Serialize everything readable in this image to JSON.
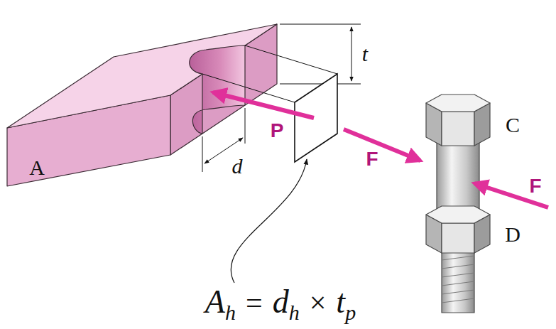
{
  "diagram": {
    "labels": [
      "t",
      "d",
      "A",
      "P",
      "F",
      "C",
      "F",
      "D",
      "A",
      "h",
      "=",
      "d",
      "h",
      "×",
      "t",
      "p"
    ]
  }
}
